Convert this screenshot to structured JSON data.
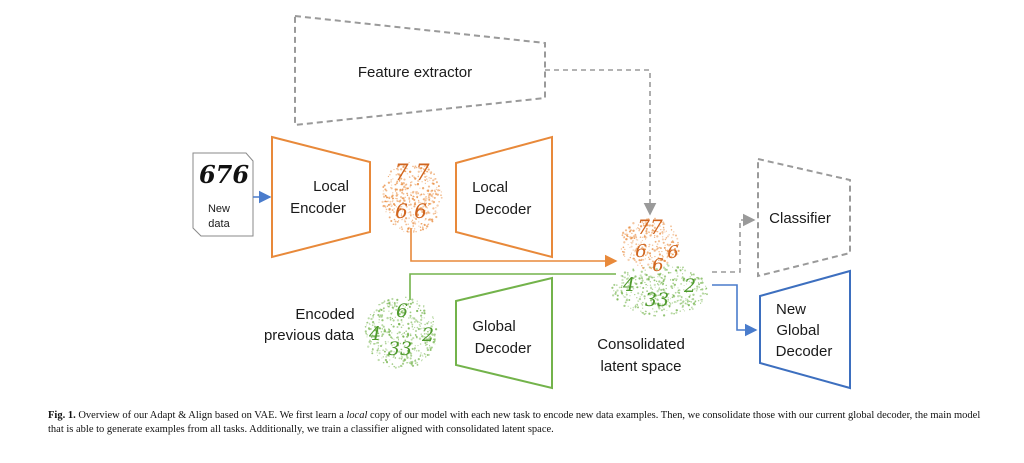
{
  "diagram": {
    "feature_extractor": "Feature extractor",
    "new_data": [
      "New",
      "data"
    ],
    "new_data_digits": "676",
    "local_encoder": [
      "Local",
      "Encoder"
    ],
    "local_decoder": [
      "Local",
      "Decoder"
    ],
    "local_latent_digits": {
      "top": "7 7",
      "bottom": "6 6"
    },
    "encoded_previous": [
      "Encoded",
      "previous data"
    ],
    "global_latent_digits": {
      "d4": "4",
      "d6": "6",
      "d33": "33",
      "d2": "2"
    },
    "global_decoder": [
      "Global",
      "Decoder"
    ],
    "consolidated": [
      "Consolidated",
      "latent space"
    ],
    "consolidated_digits": {
      "d77": "77",
      "d6a": "6",
      "d6b": "6",
      "d6c": "6",
      "d4": "4",
      "d33": "33",
      "d2": "2"
    },
    "classifier": "Classifier",
    "new_global_decoder": [
      "New",
      "Global",
      "Decoder"
    ],
    "colors": {
      "local": "#e8893a",
      "global": "#73b34b",
      "new_global": "#3d6fbf",
      "dashed": "#9a9a9a",
      "arrow_blue": "#4a7ccc"
    }
  },
  "caption": {
    "label": "Fig. 1.",
    "text_before": " Overview of our Adapt & Align based on VAE. We first learn a ",
    "italic": "local",
    "text_after": " copy of our model with each new task to encode new data examples. Then, we consolidate those with our current global decoder, the main model that is able to generate examples from all tasks. Additionally, we train a classifier aligned with consolidated latent space."
  }
}
